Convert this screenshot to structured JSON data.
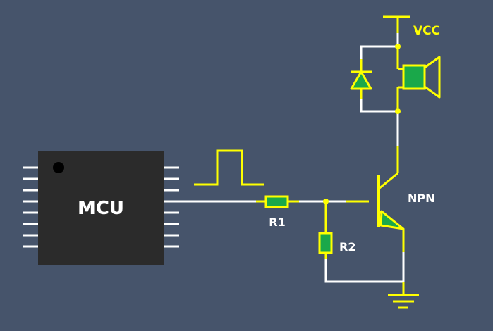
{
  "colors": {
    "background": "#46546b",
    "wire": "#ffffff",
    "accent": "#ffff00",
    "component_fill": "#1aa84a",
    "chip_body": "#2b2b2b"
  },
  "mcu": {
    "label": "MCU"
  },
  "resistor_1": {
    "label": "R1"
  },
  "resistor_2": {
    "label": "R2"
  },
  "transistor": {
    "label": "NPN"
  },
  "supply": {
    "label": "VCC"
  },
  "icons": [
    "square-pulse-icon",
    "flyback-diode-icon",
    "speaker-icon",
    "npn-transistor-icon",
    "ground-icon",
    "vcc-terminal-icon"
  ]
}
